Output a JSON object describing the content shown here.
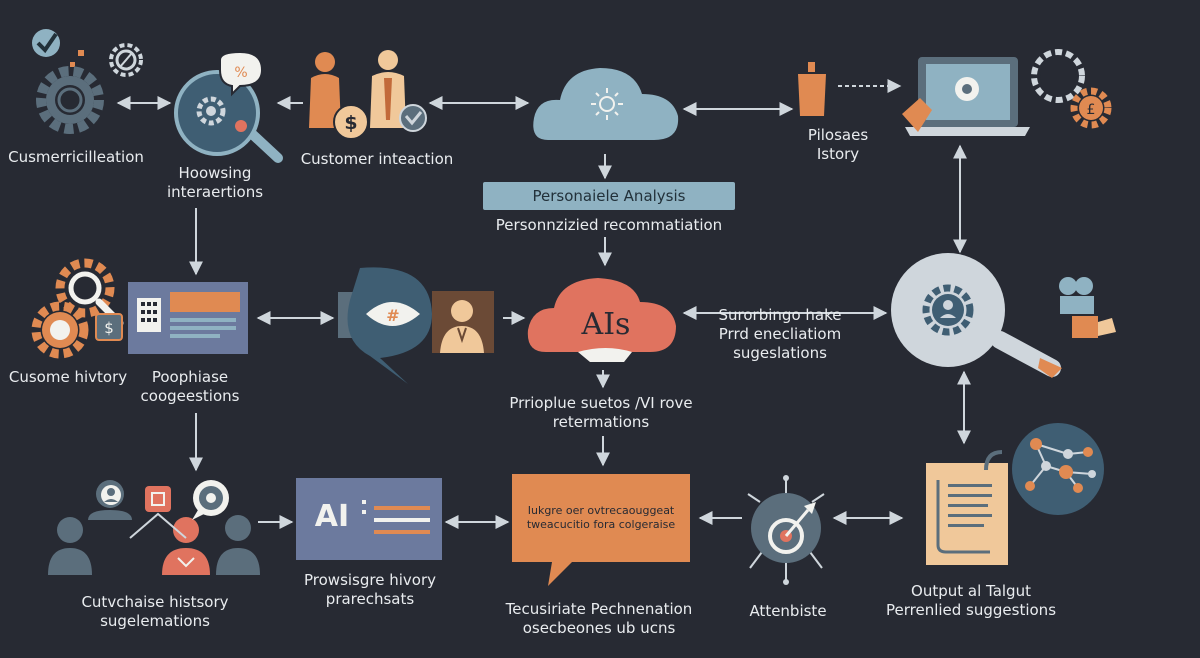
{
  "colors": {
    "background": "#272a33",
    "gear": "#5b6e7c",
    "accent_orange": "#e08a52",
    "accent_salmon": "#e0735f",
    "blue_gray": "#8fb2c2",
    "slate": "#6c7a9e",
    "text": "#e9ecef",
    "arrow": "#cfd6dc"
  },
  "nodes": {
    "cust_identification": {
      "lines": [
        "Cusmerricilleation"
      ]
    },
    "browsing": {
      "lines": [
        "Hoowsing",
        "interaertions"
      ]
    },
    "customer_interaction": {
      "lines": [
        "Customer inteaction"
      ]
    },
    "cloud_top": {
      "icon": "sun-icon"
    },
    "purchase_history_top": {
      "lines": [
        "Pilosaes",
        "Istory"
      ]
    },
    "analysis": {
      "banner": "Personaiele Analysis",
      "subtitle": "Personnzizied recommatiation"
    },
    "customer_history": {
      "lines": [
        "Cusome hivtory"
      ]
    },
    "purchase_suggestions": {
      "lines": [
        "Poophiase",
        "coogeestions"
      ]
    },
    "ai_cloud": {
      "text": "AIs"
    },
    "surrounding": {
      "lines": [
        "Surorbingo hake",
        "Prrd enecliatiom",
        "sugeslations"
      ]
    },
    "prophet": {
      "lines": [
        "Prrioplue suetos /VI rove",
        "retermations"
      ]
    },
    "cutchase": {
      "lines": [
        "Cutvchaise histsory",
        "sugelemations"
      ]
    },
    "ai_panel": {
      "text": "AI",
      "lines": [
        "Prowsisgre hivory",
        "prarechsats"
      ]
    },
    "speech": {
      "lines": [
        "Iukgre oer ovtrecaouggeat",
        "tweacucitio fora colgeraise"
      ]
    },
    "tecusiriate": {
      "lines": [
        "Tecusiriate Pechnenation",
        "osecbeones ub ucns"
      ]
    },
    "attenbiste": {
      "lines": [
        "Attenbiste"
      ]
    },
    "output": {
      "lines": [
        "Output al Talgut",
        "Perrenlied suggestions"
      ]
    }
  }
}
